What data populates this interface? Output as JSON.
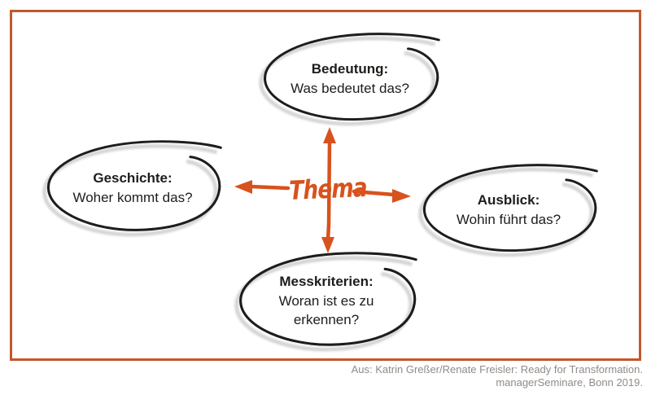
{
  "frame": {
    "border_color": "#c2582b"
  },
  "center": {
    "label": "Thema",
    "accent_color": "#d8521d"
  },
  "bubbles": [
    {
      "position": "top",
      "title": "Bedeutung:",
      "question": "Was bedeutet das?"
    },
    {
      "position": "left",
      "title": "Geschichte:",
      "question": "Woher kommt das?"
    },
    {
      "position": "right",
      "title": "Ausblick:",
      "question": "Wohin führt das?"
    },
    {
      "position": "bottom",
      "title": "Messkriterien:",
      "question": "Woran ist es zu erkennen?"
    }
  ],
  "arrows": [
    "up",
    "down",
    "left",
    "right"
  ],
  "caption": {
    "line1": "Aus: Katrin Greßer/Renate Freisler: Ready for Transformation.",
    "line2": "managerSeminare, Bonn 2019."
  },
  "colors": {
    "ink": "#1d1d1b",
    "bubble_shadow": "#c9c9c9",
    "caption_text": "#8f8b88",
    "background": "#ffffff"
  }
}
